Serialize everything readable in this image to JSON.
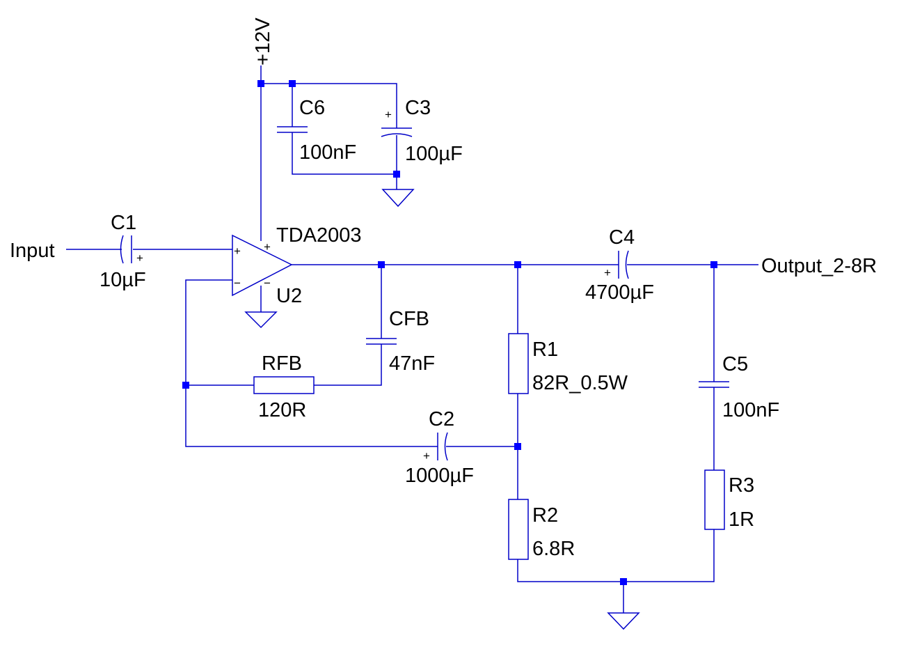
{
  "nets": {
    "supply": "+12V",
    "input": "Input",
    "output": "Output_2-8R"
  },
  "amplifier": {
    "part": "TDA2003",
    "ref": "U2"
  },
  "components": {
    "C1": {
      "ref": "C1",
      "value": "10µF"
    },
    "C2": {
      "ref": "C2",
      "value": "1000µF"
    },
    "C3": {
      "ref": "C3",
      "value": "100µF"
    },
    "C4": {
      "ref": "C4",
      "value": "4700µF"
    },
    "C5": {
      "ref": "C5",
      "value": "100nF"
    },
    "C6": {
      "ref": "C6",
      "value": "100nF"
    },
    "CFB": {
      "ref": "CFB",
      "value": "47nF"
    },
    "RFB": {
      "ref": "RFB",
      "value": "120R"
    },
    "R1": {
      "ref": "R1",
      "value": "82R_0.5W"
    },
    "R2": {
      "ref": "R2",
      "value": "6.8R"
    },
    "R3": {
      "ref": "R3",
      "value": "1R"
    }
  },
  "symbols": {
    "plus": "+",
    "minus": "−"
  },
  "colors": {
    "wire": "#0000c8",
    "node": "#0000ff",
    "text": "#000000",
    "background": "#ffffff"
  }
}
